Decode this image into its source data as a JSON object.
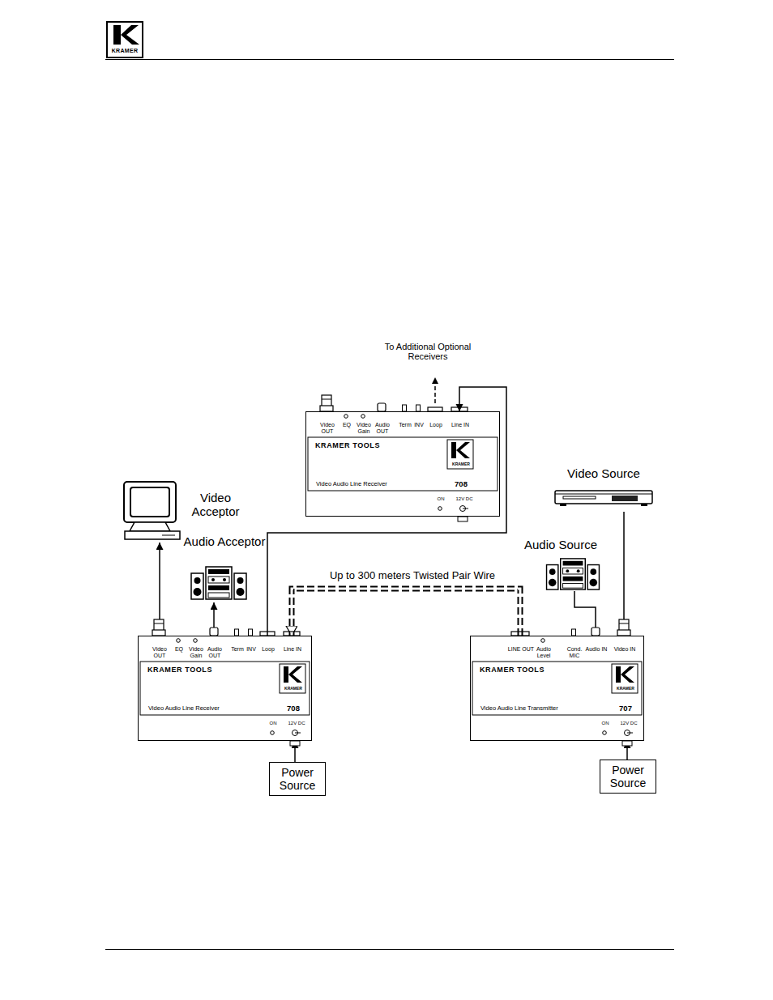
{
  "diagram": {
    "nodes": [
      {
        "text": [
          "Video OUT",
          "EQ",
          "Video Gain",
          "Audio OUT",
          "Term",
          "INV",
          "Loop",
          "Line IN",
          "KRAMER TOOLS",
          "KRAMER",
          "Video Audio Line Receiver",
          "708",
          "ON",
          "12V DC"
        ]
      },
      {
        "text": [
          "Video Source"
        ]
      },
      {
        "text": [
          "Video Acceptor"
        ]
      },
      {
        "text": [
          "Audio Acceptor"
        ]
      },
      {
        "text": [
          "Audio Source"
        ]
      },
      {
        "text": [
          "Video OUT",
          "EQ",
          "Video Gain",
          "Audio OUT",
          "Term",
          "INV",
          "Loop",
          "Line IN",
          "KRAMER TOOLS",
          "KRAMER",
          "Video Audio Line Receiver",
          "708",
          "ON",
          "12V DC"
        ]
      },
      {
        "text": [
          "LINE OUT",
          "Audio Level",
          "Cond. MIC",
          "Audio IN",
          "Video IN",
          "KRAMER TOOLS",
          "KRAMER",
          "Video Audio Line Transmitter",
          "707",
          "ON",
          "12V DC"
        ]
      },
      {
        "text": [
          "Power Source"
        ]
      },
      {
        "text": [
          "Power Source"
        ]
      }
    ],
    "edges": [
      {
        "from": 5,
        "to": 2,
        "arrow": "to"
      },
      {
        "from": 5,
        "to": 3,
        "arrow": "to"
      },
      {
        "from": 5,
        "to": 0,
        "arrow": "to"
      },
      {
        "from": 6,
        "to": 5,
        "label": "Up to 300 meters Twisted Pair Wire",
        "arrow": "to"
      },
      {
        "from": 4,
        "to": 6,
        "arrow": "to"
      },
      {
        "from": 1,
        "to": 6,
        "arrow": "to"
      },
      {
        "from": 7,
        "to": 5,
        "arrow": "to"
      },
      {
        "from": 8,
        "to": 6,
        "arrow": "to"
      }
    ],
    "labels": [
      "KRAMER",
      "To Additional Optional Receivers"
    ]
  }
}
